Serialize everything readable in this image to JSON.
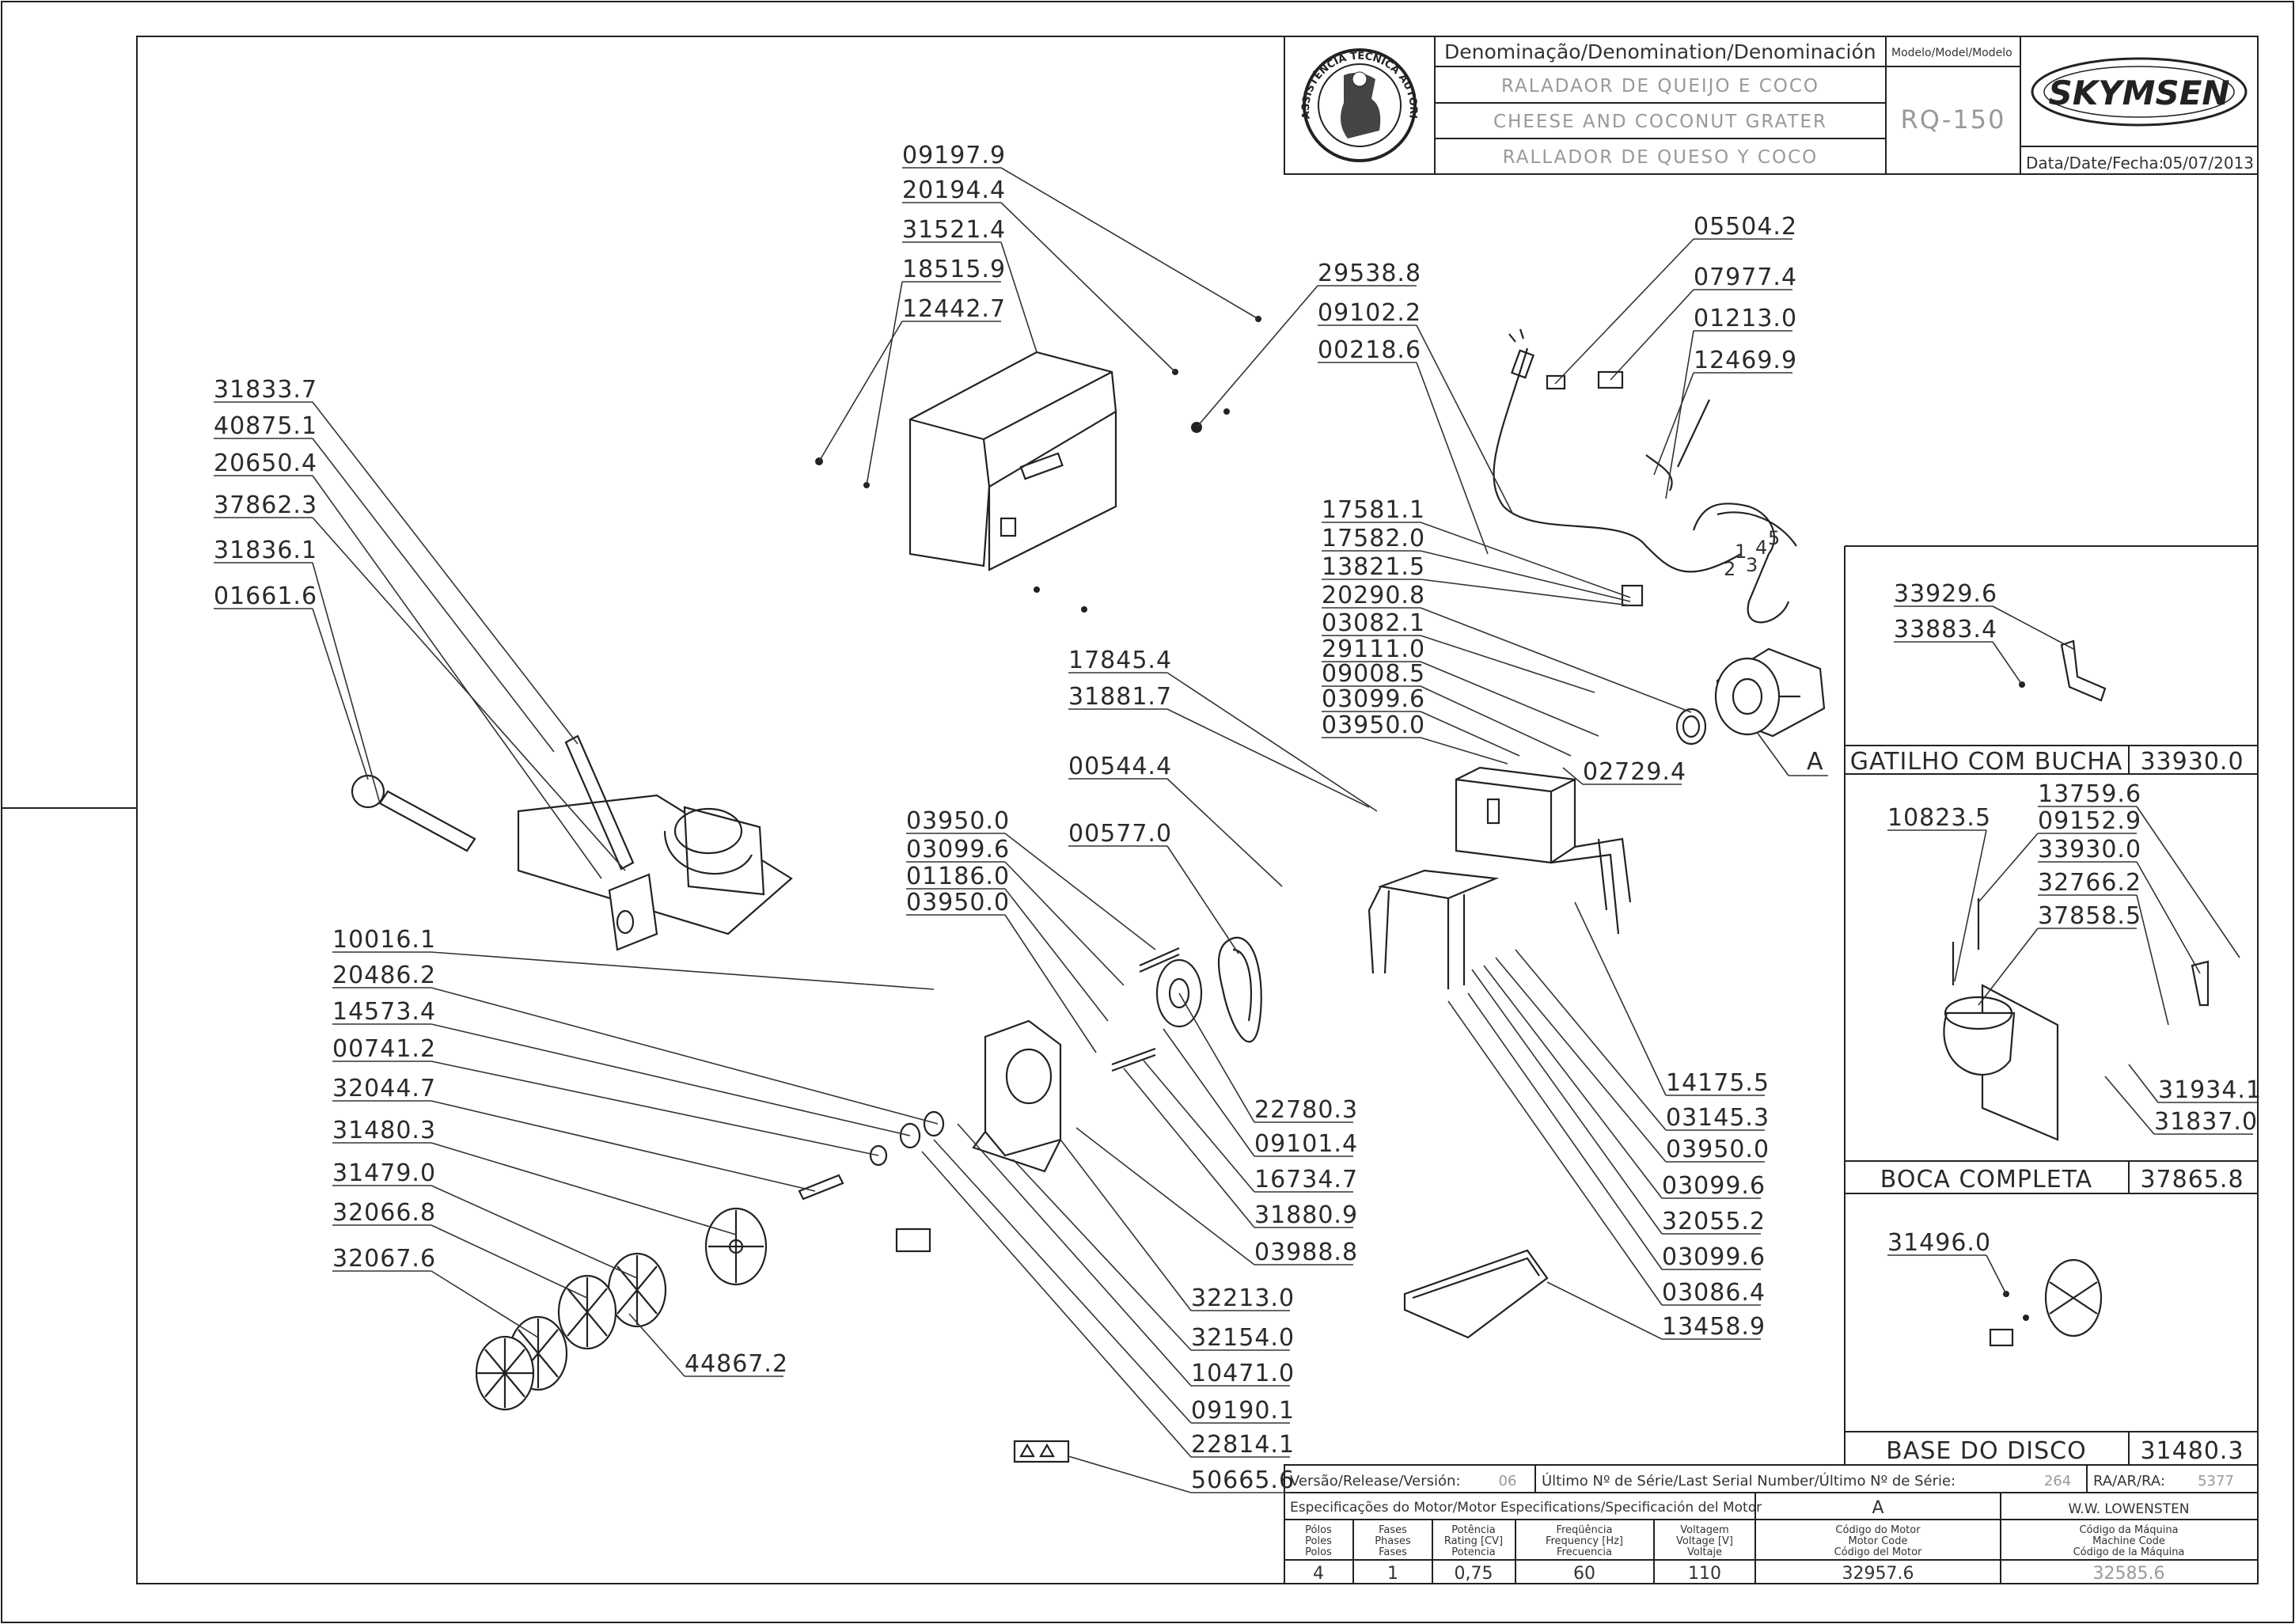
{
  "header": {
    "denomination_label": "Denominação/Denomination/Denominación",
    "model_label": "Modelo/Model/Modelo",
    "name_pt": "RALADAOR DE QUEIJO E COCO",
    "name_en": "CHEESE AND COCONUT GRATER",
    "name_es": "RALLADOR DE QUESO Y COCO",
    "model": "RQ-150",
    "brand": "SKYMSEN",
    "date_label": "Data/Date/Fecha:",
    "date": "05/07/2013",
    "seal_text": "ASSISTÊNCIA TÉCNICA AUTORIZADA"
  },
  "main_labels": [
    "09197.9",
    "20194.4",
    "31521.4",
    "18515.9",
    "12442.7",
    "29538.8",
    "09102.2",
    "00218.6",
    "05504.2",
    "07977.4",
    "01213.0",
    "12469.9",
    "31833.7",
    "40875.1",
    "20650.4",
    "37862.3",
    "31836.1",
    "01661.6",
    "17581.1",
    "17582.0",
    "13821.5",
    "20290.8",
    "03082.1",
    "29111.0",
    "09008.5",
    "03099.6",
    "03950.0",
    "17845.4",
    "31881.7",
    "02729.4",
    "00544.4",
    "03950.0",
    "03099.6",
    "01186.0",
    "03950.0",
    "00577.0",
    "10016.1",
    "20486.2",
    "14573.4",
    "00741.2",
    "32044.7",
    "31480.3",
    "31479.0",
    "32066.8",
    "32067.6",
    "22780.3",
    "09101.4",
    "16734.7",
    "31880.9",
    "03988.8",
    "14175.5",
    "03145.3",
    "03950.0",
    "03099.6",
    "32055.2",
    "03099.6",
    "03086.4",
    "13458.9",
    "32213.0",
    "32154.0",
    "10471.0",
    "09190.1",
    "22814.1",
    "50665.6",
    "44867.2"
  ],
  "motor_label": "A",
  "wire_numbers": [
    "1",
    "2",
    "3",
    "4",
    "5"
  ],
  "subassemblies": {
    "trigger": {
      "title": "GATILHO COM BUCHA",
      "code": "33930.0",
      "labels": [
        "33929.6",
        "33883.4"
      ]
    },
    "mouth": {
      "title": "BOCA COMPLETA",
      "code": "37865.8",
      "labels": [
        "10823.5",
        "13759.6",
        "09152.9",
        "33930.0",
        "32766.2",
        "37858.5",
        "31934.1",
        "31837.0"
      ]
    },
    "disc_base": {
      "title": "BASE DO DISCO",
      "code": "31480.3",
      "labels": [
        "31496.0"
      ]
    }
  },
  "footer": {
    "release_label": "Versão/Release/Versión:",
    "release": "06",
    "serial_label": "Último Nº de Série/Last Serial Number/Último Nº de Série:",
    "serial": "264",
    "ra_label": "RA/AR/RA:",
    "ra": "5377",
    "motor_spec_label": "Especificações do Motor/Motor Especifications/Specificación del Motor",
    "motor_letter": "A",
    "manufacturer": "W.W. LOWENSTEN",
    "columns": [
      [
        "Pólos",
        "Poles",
        "Polos"
      ],
      [
        "Fases",
        "Phases",
        "Fases"
      ],
      [
        "Potência",
        "Rating [CV]",
        "Potencia"
      ],
      [
        "Freqüência",
        "Frequency [Hz]",
        "Frecuencia"
      ],
      [
        "Voltagem",
        "Voltage [V]",
        "Voltaje"
      ],
      [
        "Código do Motor",
        "Motor Code",
        "Código del Motor"
      ],
      [
        "Código da Máquina",
        "Machine Code",
        "Código de la Máquina"
      ]
    ],
    "values": [
      "4",
      "1",
      "0,75",
      "60",
      "110",
      "32957.6",
      "32585.6"
    ]
  }
}
